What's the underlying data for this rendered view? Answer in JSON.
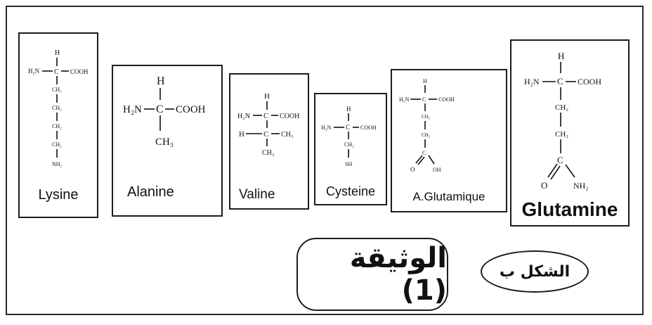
{
  "amino_acids": {
    "lysine": {
      "name": "Lysine",
      "formula": {
        "h": "H",
        "amine": "H₂N",
        "c": "C",
        "acid": "COOH",
        "side": [
          "CH₂",
          "CH₂",
          "CH₂",
          "CH₂",
          "NH₂"
        ]
      }
    },
    "alanine": {
      "name": "Alanine",
      "formula": {
        "h": "H",
        "amine": "H₂N",
        "c": "C",
        "acid": "COOH",
        "side": [
          "CH₃"
        ]
      }
    },
    "valine": {
      "name": "Valine",
      "formula": {
        "h": "H",
        "amine": "H₂N",
        "c": "C",
        "acid": "COOH",
        "branch_h": "H",
        "branch_c": "C",
        "branch_right": "CH₃",
        "branch_down": "CH₃"
      }
    },
    "cysteine": {
      "name": "Cysteine",
      "formula": {
        "h": "H",
        "amine": "H₂N",
        "c": "C",
        "acid": "COOH",
        "side": [
          "CH₂",
          "SH"
        ]
      }
    },
    "glutamic_acid": {
      "name": "A.Glutamique",
      "formula": {
        "h": "H",
        "amine": "H₂N",
        "c": "C",
        "acid": "COOH",
        "side": [
          "CH₂",
          "CH₂"
        ],
        "end_c": "C",
        "end_o": "O",
        "end_oh": "OH"
      }
    },
    "glutamine": {
      "name": "Glutamine",
      "formula": {
        "h": "H",
        "amine": "H₂N",
        "c": "C",
        "acid": "COOH",
        "side": [
          "CH₂",
          "CH₂"
        ],
        "end_c": "C",
        "end_o": "O",
        "end_nh2": "NH₂"
      }
    }
  },
  "document_label": "الوثيقة (1)",
  "figure_label": "الشكل ب"
}
